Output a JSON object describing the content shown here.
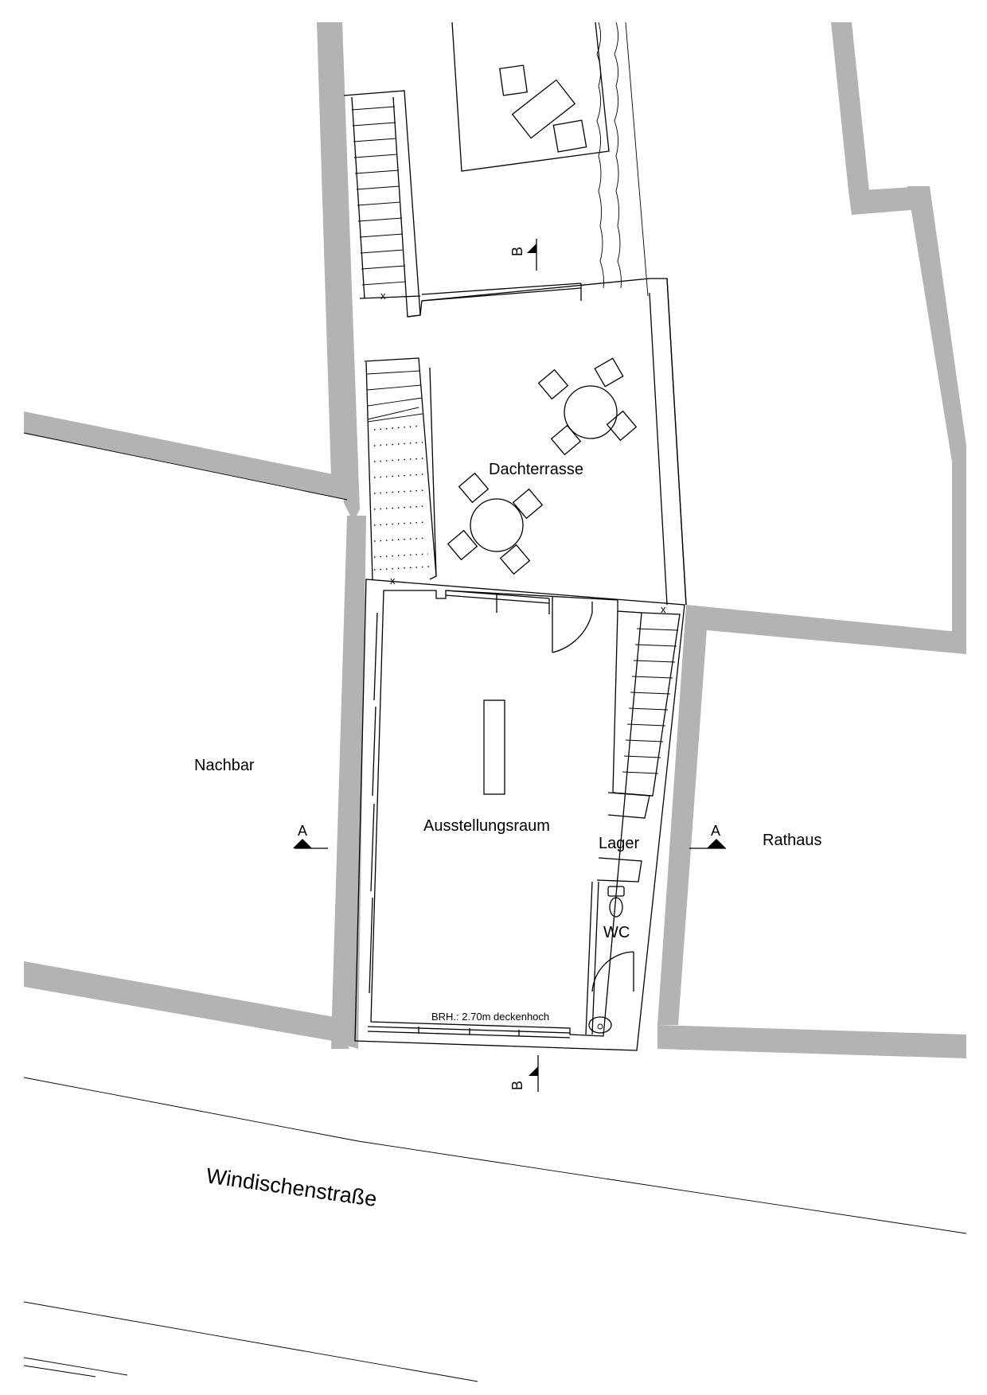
{
  "rooms": {
    "exhibition": "Ausstellungsraum",
    "roof_terrace": "Dachterrasse",
    "storage": "Lager",
    "wc": "WC"
  },
  "neighbours": {
    "left": "Nachbar",
    "right": "Rathaus"
  },
  "street": "Windischenstraße",
  "annotation": "BRH.: 2.70m deckenhoch",
  "sections": {
    "a": "A",
    "b": "B"
  },
  "colors": {
    "wall": "#b3b3b3",
    "line": "#000000",
    "background": "#ffffff"
  }
}
